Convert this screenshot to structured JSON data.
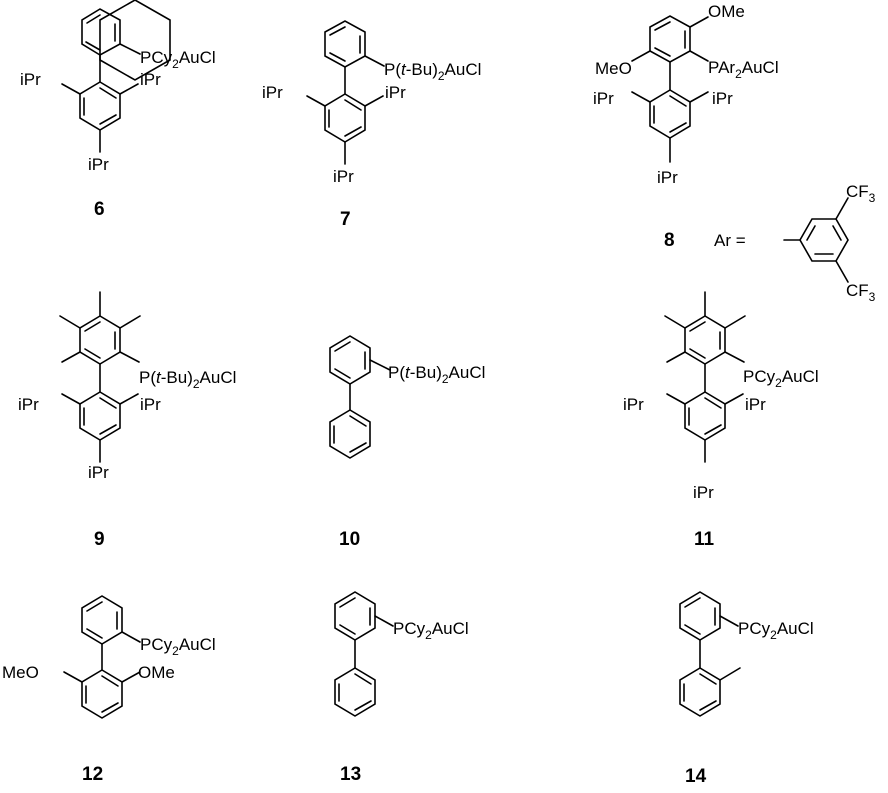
{
  "compounds": [
    {
      "number": "6",
      "phos": [
        "PCy",
        "2",
        "AuCl"
      ],
      "subs": [
        "iPr",
        "iPr",
        "iPr"
      ]
    },
    {
      "number": "7",
      "phos": [
        "P(",
        "t",
        "-Bu)",
        "2",
        "AuCl"
      ],
      "subs": [
        "iPr",
        "iPr",
        "iPr"
      ]
    },
    {
      "number": "8",
      "phos": [
        "PAr",
        "2",
        "AuCl"
      ],
      "subs": [
        "OMe",
        "MeO",
        "iPr",
        "iPr",
        "iPr"
      ]
    },
    {
      "number": "9",
      "phos": [
        "P(",
        "t",
        "-Bu)",
        "2",
        "AuCl"
      ],
      "subs": [
        "iPr",
        "iPr",
        "iPr"
      ]
    },
    {
      "number": "10",
      "phos": [
        "P(",
        "t",
        "-Bu)",
        "2",
        "AuCl"
      ],
      "subs": []
    },
    {
      "number": "11",
      "phos": [
        "PCy",
        "2",
        "AuCl"
      ],
      "subs": [
        "iPr",
        "iPr",
        "iPr"
      ]
    },
    {
      "number": "12",
      "phos": [
        "PCy",
        "2",
        "AuCl"
      ],
      "subs": [
        "MeO",
        "OMe"
      ]
    },
    {
      "number": "13",
      "phos": [
        "PCy",
        "2",
        "AuCl"
      ],
      "subs": []
    },
    {
      "number": "14",
      "phos": [
        "PCy",
        "2",
        "AuCl"
      ],
      "subs": []
    }
  ],
  "ar_definition": {
    "label": "Ar =",
    "cf3_a": [
      "CF",
      "3"
    ],
    "cf3_b": [
      "CF",
      "3"
    ]
  }
}
